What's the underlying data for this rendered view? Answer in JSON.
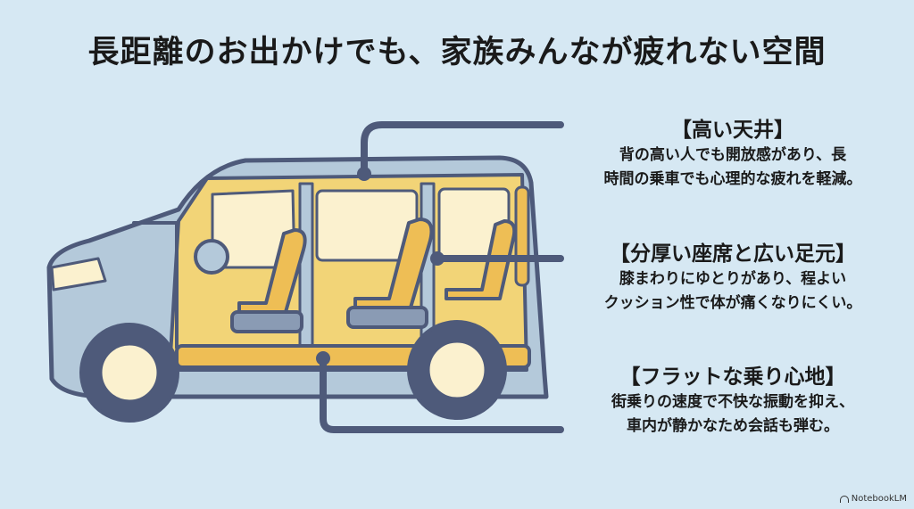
{
  "title": "長距離のお出かけでも、家族みんなが疲れない空間",
  "callouts": [
    {
      "heading": "【高い天井】",
      "lines": [
        "背の高い人でも開放感があり、長",
        "時間の乗車でも心理的な疲れを軽減。"
      ]
    },
    {
      "heading": "【分厚い座席と広い足元】",
      "lines": [
        "膝まわりにゆとりがあり、程よい",
        "クッション性で体が痛くなりにくい。"
      ]
    },
    {
      "heading": "【フラットな乗り心地】",
      "lines": [
        "街乗りの速度で不快な振動を抑え、",
        "車内が静かなため会話も弾む。"
      ]
    }
  ],
  "branding": "NotebookLM",
  "colors": {
    "background": "#d6e8f3",
    "body": "#b4c9da",
    "outline": "#4e5a7a",
    "interior": "#f2d477",
    "seat": "#eebe55",
    "glass": "#fbf1cf"
  }
}
